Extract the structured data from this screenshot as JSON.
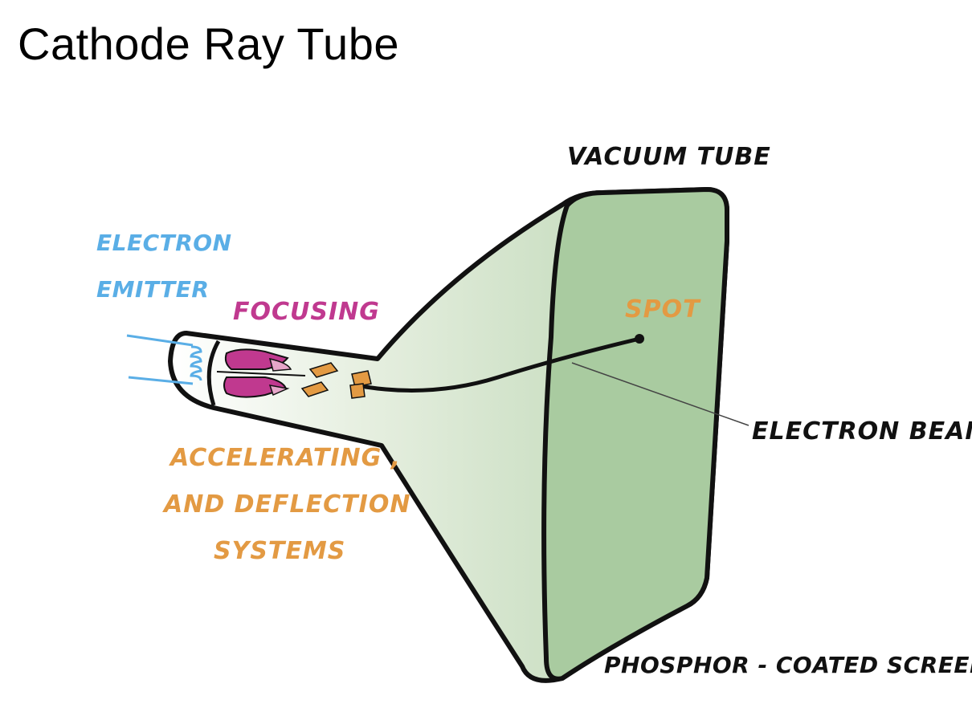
{
  "title": "Cathode Ray Tube",
  "labels": {
    "vacuum_tube": "VACUUM TUBE",
    "electron_emitter_line1": "ELECTRON",
    "electron_emitter_line2": "EMITTER",
    "focusing": "FOCUSING",
    "spot": "SPOT",
    "electron_beam": "ELECTRON BEAM",
    "accelerating_line1": "ACCELERATING ,",
    "accelerating_line2": "AND DEFLECTION",
    "accelerating_line3": "SYSTEMS",
    "phosphor_screen": "PHOSPHOR - COATED SCREEN"
  },
  "colors": {
    "emitter": "#5aaee6",
    "focusing": "#c0398f",
    "accelerating": "#e39a43",
    "spot": "#e39a43",
    "ink": "#111111",
    "screen": "#a9cba0"
  }
}
